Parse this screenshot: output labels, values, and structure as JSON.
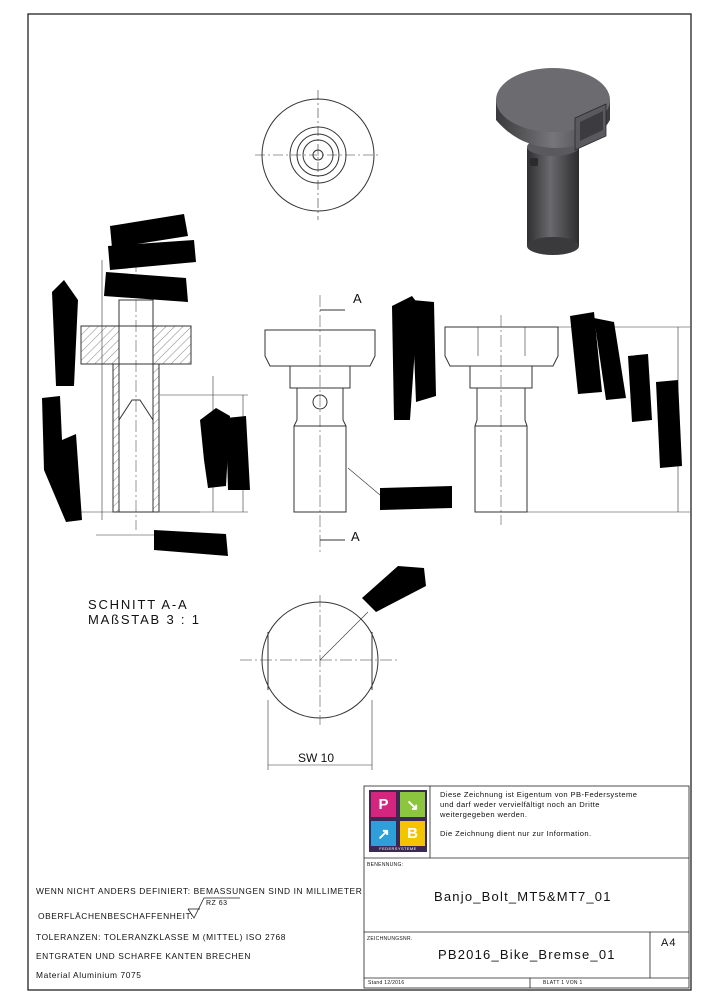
{
  "views": {
    "section_marker": "A",
    "section_title_line1": "SCHNITT A-A",
    "section_title_line2": "MAßSTAB 3 : 1",
    "wrench_size": "SW 10"
  },
  "notes": {
    "dimensions": "WENN NICHT ANDERS DEFINIERT: BEMASSUNGEN SIND IN MILLIMETER",
    "surface": "OBERFLÄCHENBESCHAFFENHEIT:",
    "surface_value": "RZ 63",
    "tolerances": "TOLERANZEN: TOLERANZKLASSE M (MITTEL) ISO 2768",
    "edges": "ENTGRATEN UND SCHARFE KANTEN BRECHEN",
    "material": "Material Aluminium 7075"
  },
  "title_block": {
    "logo_letters": [
      "P",
      "B"
    ],
    "logo_caption": "FEDERSYSTEME",
    "ownership_line1": "Diese Zeichnung ist Eigentum von PB-Federsysteme",
    "ownership_line2": "und darf weder vervielfältigt noch an Dritte",
    "ownership_line3": "weitergegeben werden.",
    "info_note": "Die Zeichnung dient nur zur Information.",
    "name_label": "BENENNUNG:",
    "name_value": "Banjo_Bolt_MT5&MT7_01",
    "number_label": "ZEICHNUNGSNR.",
    "number_value": "PB2016_Bike_Bremse_01",
    "sheet_size": "A4",
    "status": "Stand 12/2016",
    "sheet_of": "BLATT 1 VON 1"
  },
  "colors": {
    "line": "#222222",
    "redaction": "#000000",
    "logo_bg": "#3a2a52",
    "logo_pink": "#d4257f",
    "logo_green": "#8cc63f",
    "logo_blue": "#2e9fd9",
    "logo_yellow": "#f5c400",
    "render_body": "#4a4a4c"
  }
}
